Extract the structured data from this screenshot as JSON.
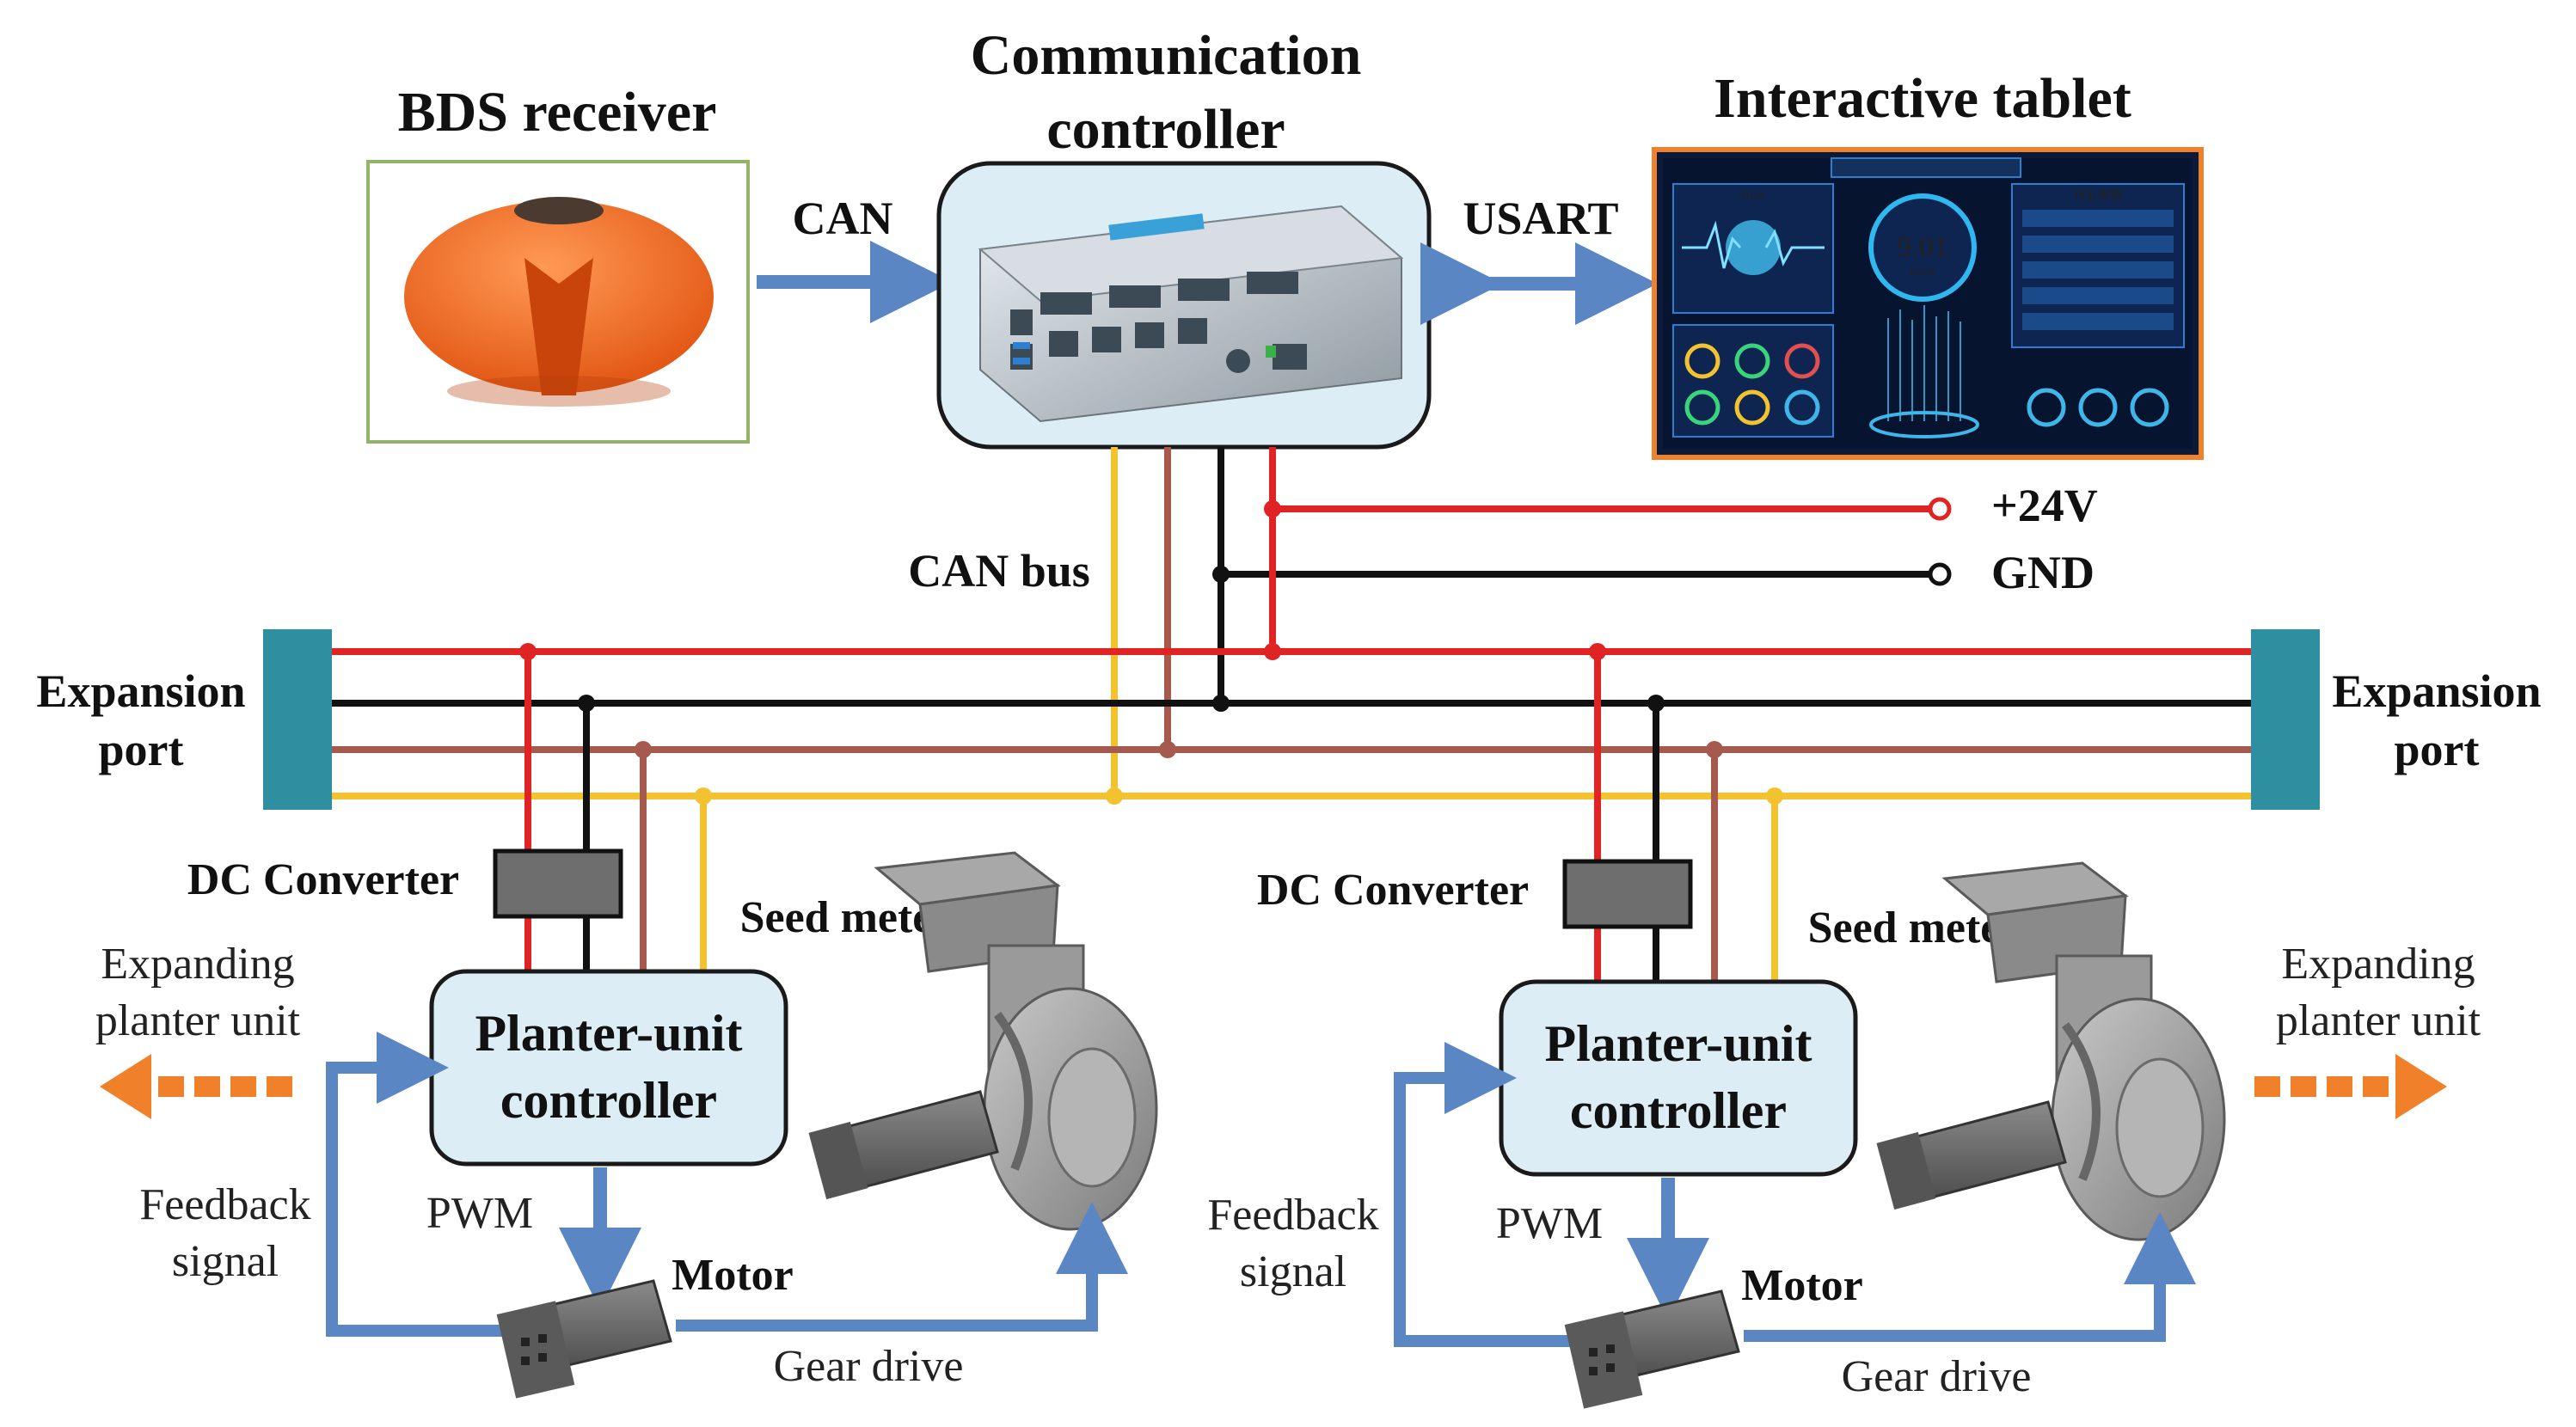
{
  "labels": {
    "bds_receiver": "BDS receiver",
    "comm_controller_line1": "Communication",
    "comm_controller_line2": "controller",
    "interactive_tablet": "Interactive tablet",
    "can": "CAN",
    "usart": "USART",
    "plus24v": "+24V",
    "gnd": "GND",
    "can_bus": "CAN bus",
    "expansion_port_line1": "Expansion",
    "expansion_port_line2": "port",
    "dc_converter": "DC Converter",
    "seed_meter": "Seed meter",
    "expanding_line1": "Expanding",
    "expanding_line2": "planter unit",
    "planter_line1": "Planter-unit",
    "planter_line2": "controller",
    "feedback_line1": "Feedback",
    "feedback_line2": "signal",
    "pwm": "PWM",
    "motor": "Motor",
    "gear_drive": "Gear drive"
  },
  "tablet_screen": {
    "speed_value": "9.01",
    "speed_unit": "km/h",
    "panel_title_left": "BDS",
    "panel_title_right": "作业参数"
  },
  "colors": {
    "power_24v": "#e02424",
    "ground": "#111111",
    "can_high": "#a65a4e",
    "can_low": "#f2c230",
    "signal_arrow": "#5b86c4",
    "expansion_arrow": "#f0812a",
    "expansion_port": "#2e8fa0",
    "controller_fill": "#dcedf5",
    "receiver_fill": "#f26a21",
    "receiver_border": "#8fb46a",
    "tablet_border": "#f0812a",
    "tablet_bg": "#0a1a3a"
  }
}
